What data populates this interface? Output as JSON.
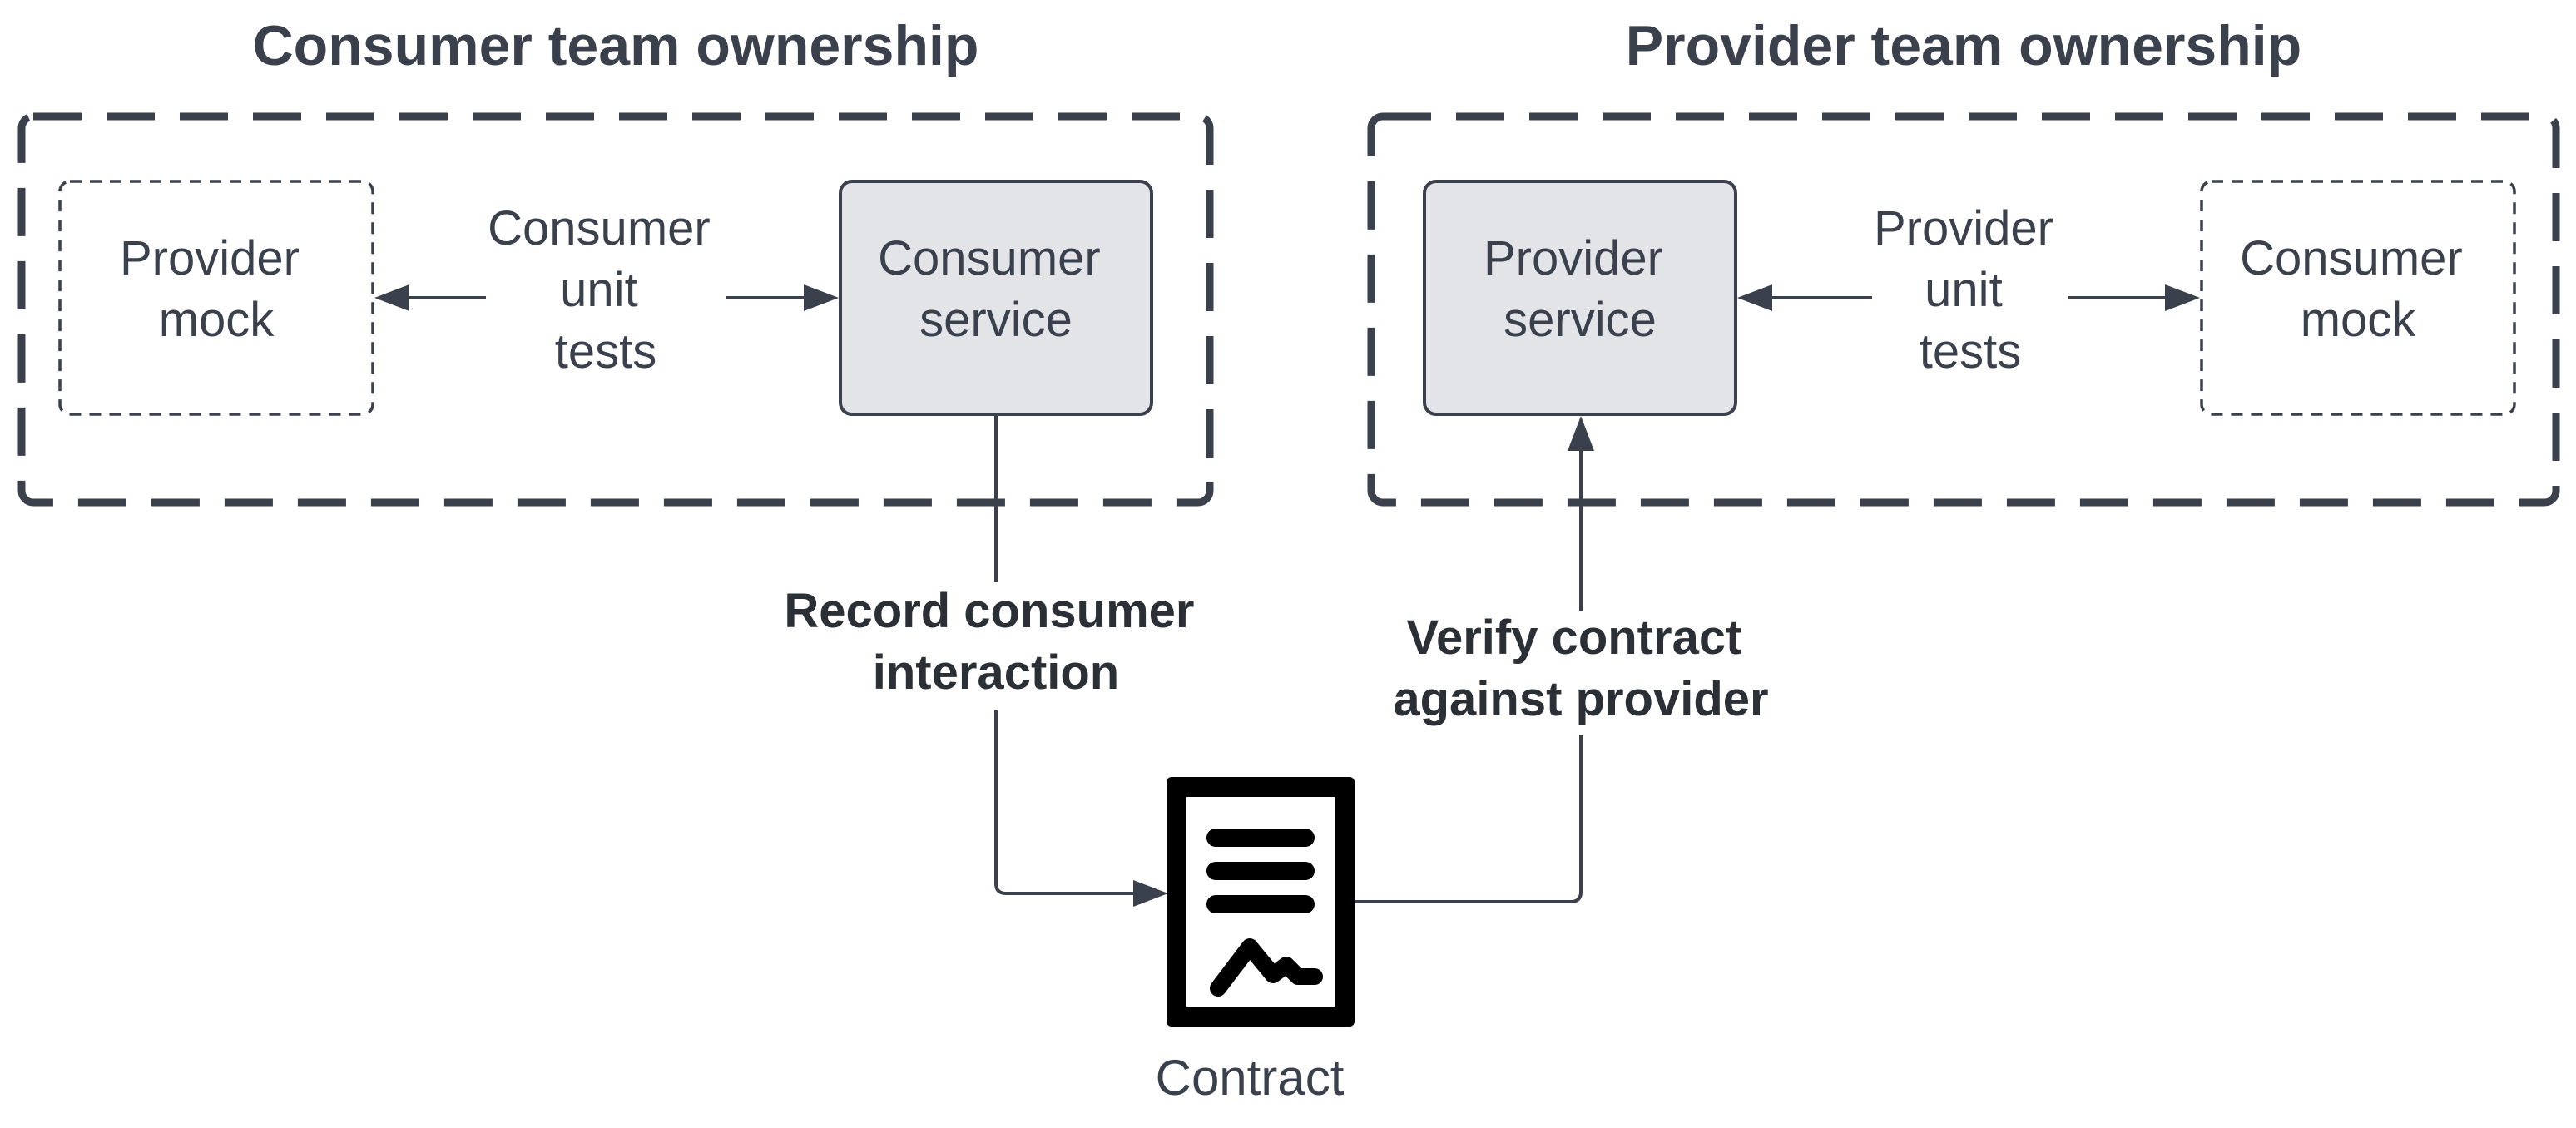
{
  "groups": {
    "consumer": {
      "heading": "Consumer team ownership"
    },
    "provider": {
      "heading": "Provider team ownership"
    }
  },
  "nodes": {
    "consumer_side_mock": {
      "lines": [
        "Provider",
        "mock"
      ]
    },
    "consumer_tests": {
      "lines": [
        "Consumer",
        "unit",
        "tests"
      ]
    },
    "consumer_service": {
      "lines": [
        "Consumer",
        "service"
      ]
    },
    "provider_service": {
      "lines": [
        "Provider",
        "service"
      ]
    },
    "provider_tests": {
      "lines": [
        "Provider",
        "unit",
        "tests"
      ]
    },
    "provider_side_mock": {
      "lines": [
        "Consumer",
        "mock"
      ]
    }
  },
  "flows": {
    "record": {
      "lines": [
        "Record consumer",
        "interaction"
      ]
    },
    "verify": {
      "lines": [
        "Verify contract",
        "against provider"
      ]
    }
  },
  "contract": {
    "caption": "Contract",
    "icon": "contract-document-icon"
  },
  "colors": {
    "ink": "#3a404c",
    "service_fill": "#e2e4e8",
    "background": "#ffffff"
  }
}
